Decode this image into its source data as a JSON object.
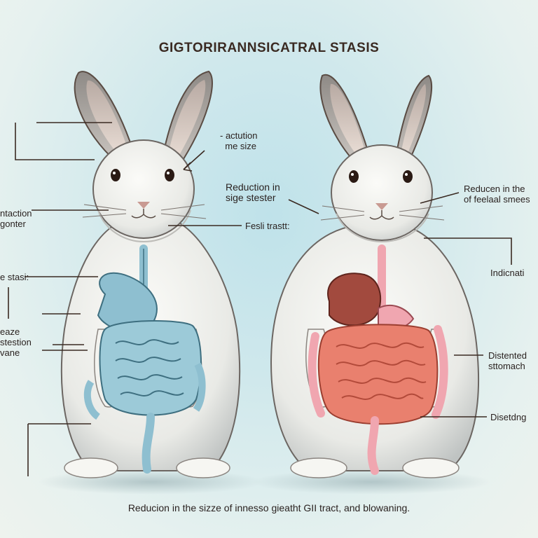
{
  "title": "GIGTORIRANNSICATRAL STASIS",
  "caption": "Reducion in the sizze of innesso gieatht GII tract, and blowaning.",
  "labels_left": {
    "l1a": "- actution",
    "l1b": "me size",
    "l2a": "Reduction in",
    "l2b": "sige stester",
    "l3": "Fesli trastt:",
    "e1a": "ntaction",
    "e1b": "gonter",
    "e2": "e stasi:",
    "e3a": "eaze",
    "e3b": "stestion",
    "e3c": "vane"
  },
  "labels_right": {
    "r1a": "Reducen in the",
    "r1b": "of feelaal smees",
    "r2": "Indicnati",
    "r3a": "Distented",
    "r3b": "sttomach",
    "r4": "Disetdng"
  },
  "colors": {
    "healthy_gi": "#8ebfd0",
    "stasis_gi": "#f0a6b0",
    "stasis_intestine": "#e9806e",
    "stasis_stomach": "#a24a3e",
    "fur": "#f2f2ee",
    "line": "#3a2a22"
  }
}
